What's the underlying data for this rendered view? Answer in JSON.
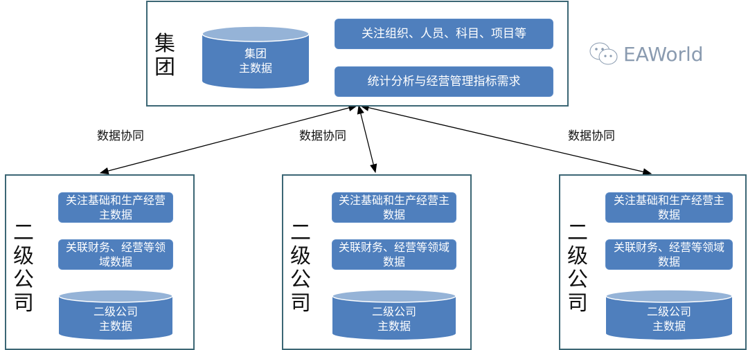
{
  "group": {
    "label": "集团",
    "db_line1": "集团",
    "db_line2": "主数据",
    "focus1": "关注组织、人员、科目、项目等",
    "focus2": "统计分析与经营管理指标需求"
  },
  "sync_labels": [
    "数据协同",
    "数据协同",
    "数据协同"
  ],
  "subsidiaries": [
    {
      "label": "二级公司",
      "focus1": "关注基础和生产经营主数据",
      "focus2": "关联财务、经营等领域数据",
      "db_line1": "二级公司",
      "db_line2": "主数据"
    },
    {
      "label": "二级公司",
      "focus1": "关注基础和生产经营主数据",
      "focus2": "关联财务、经营等领域数据",
      "db_line1": "二级公司",
      "db_line2": "主数据"
    },
    {
      "label": "二级公司",
      "focus1": "关注基础和生产经营主数据",
      "focus2": "关联财务、经营等领域数据",
      "db_line1": "二级公司",
      "db_line2": "主数据"
    }
  ],
  "watermark": "EAWorld",
  "colors": {
    "box": "#4f7fbd",
    "border": "#3b6674",
    "cylinder_top": "#95b3d7"
  }
}
